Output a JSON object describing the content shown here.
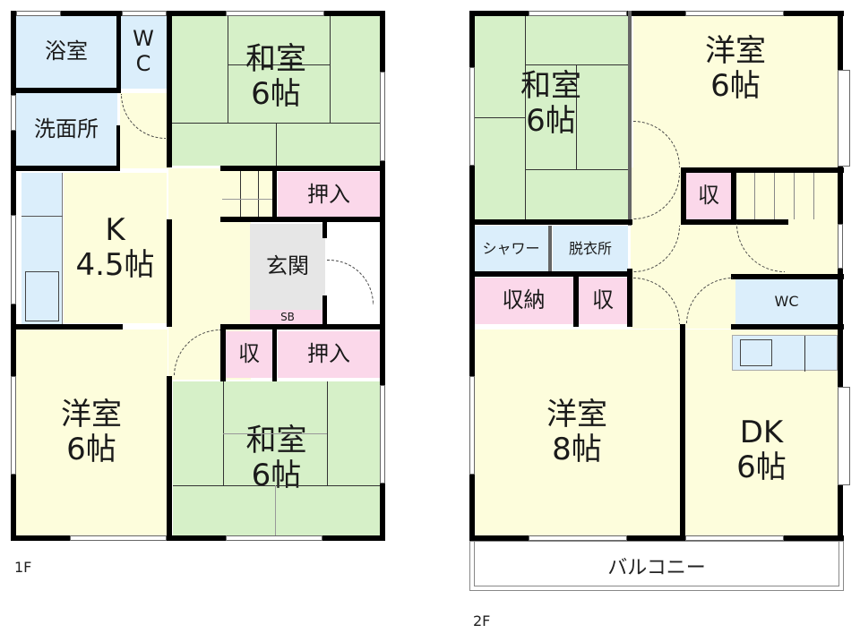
{
  "floor_1": {
    "label": "1F",
    "rooms": {
      "bath": {
        "name": "浴室"
      },
      "wc": {
        "name_line1": "W",
        "name_line2": "C"
      },
      "washroom": {
        "name": "洗面所"
      },
      "washitsu_top": {
        "name": "和室",
        "size": "6帖"
      },
      "oshiire_top": {
        "name": "押入"
      },
      "kitchen": {
        "name": "K",
        "size": "4.5帖"
      },
      "genkan": {
        "name": "玄関"
      },
      "shoe_box": {
        "name": "SB"
      },
      "storage": {
        "name": "収"
      },
      "oshiire_bottom": {
        "name": "押入"
      },
      "youshitsu": {
        "name": "洋室",
        "size": "6帖"
      },
      "washitsu_bottom": {
        "name": "和室",
        "size": "6帖"
      }
    }
  },
  "floor_2": {
    "label": "2F",
    "rooms": {
      "washitsu": {
        "name": "和室",
        "size": "6帖"
      },
      "youshitsu_top": {
        "name": "洋室",
        "size": "6帖"
      },
      "storage_small": {
        "name": "収"
      },
      "shower": {
        "name": "シャワー"
      },
      "dressing": {
        "name": "脱衣所"
      },
      "closet": {
        "name": "収納"
      },
      "storage": {
        "name": "収"
      },
      "wc": {
        "name": "WC"
      },
      "youshitsu_bottom": {
        "name": "洋室",
        "size": "8帖"
      },
      "dk": {
        "name": "DK",
        "size": "6帖"
      },
      "balcony": {
        "name": "バルコニー"
      }
    }
  },
  "colors": {
    "tatami": "#d6f0c8",
    "western": "#fdfddc",
    "wet_area": "#dbeefb",
    "storage": "#fbd8ea",
    "entrance": "#e6e6e6",
    "wall": "#000000"
  }
}
